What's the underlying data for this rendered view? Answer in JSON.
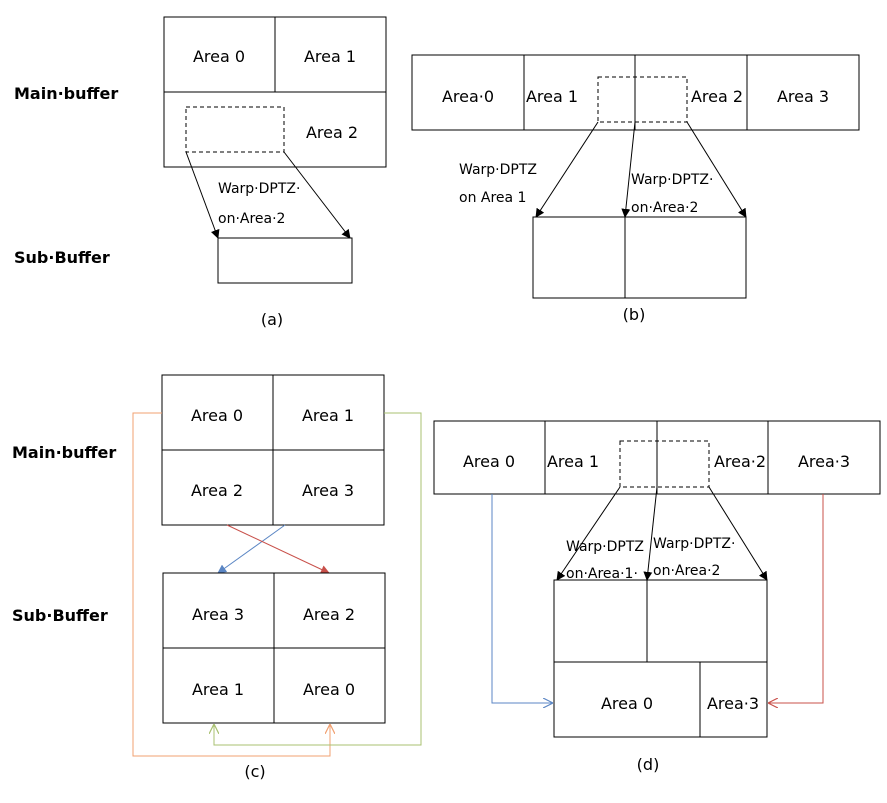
{
  "panel_a": {
    "side_main": "Main·buffer",
    "side_sub": "Sub·Buffer",
    "area0": "Area 0",
    "area1": "Area 1",
    "area2": "Area  2",
    "warp_line1": "Warp·DPTZ·",
    "warp_line2": "on·Area·2",
    "caption": "(a)"
  },
  "panel_b": {
    "area0": "Area·0",
    "area1": "Area 1",
    "area2": "Area 2",
    "area3": "Area 3",
    "warp1_line1": "Warp·DPTZ",
    "warp1_line2": "on Area 1",
    "warp2_line1": "Warp·DPTZ·",
    "warp2_line2": "on·Area·2",
    "caption": "(b)"
  },
  "panel_c": {
    "side_main": "Main·buffer",
    "side_sub": "Sub·Buffer",
    "main_area0": "Area 0",
    "main_area1": "Area 1",
    "main_area2": "Area 2",
    "main_area3": "Area 3",
    "sub_area3": "Area 3",
    "sub_area2": "Area 2",
    "sub_area1": "Area 1",
    "sub_area0": "Area 0",
    "caption": "(c)"
  },
  "panel_d": {
    "area0": "Area 0",
    "area1": "Area 1",
    "area2": "Area·2",
    "area3": "Area·3",
    "warp1_line1": "Warp·DPTZ",
    "warp1_line2": "on·Area·1·",
    "warp2_line1": "Warp·DPTZ·",
    "warp2_line2": "on·Area·2",
    "sub_area0": "Area 0",
    "sub_area3": "Area·3",
    "caption": "(d)"
  },
  "colors": {
    "orange": "#f0a070",
    "green": "#a8c070",
    "blue": "#5b86c4",
    "red": "#c8504a"
  }
}
